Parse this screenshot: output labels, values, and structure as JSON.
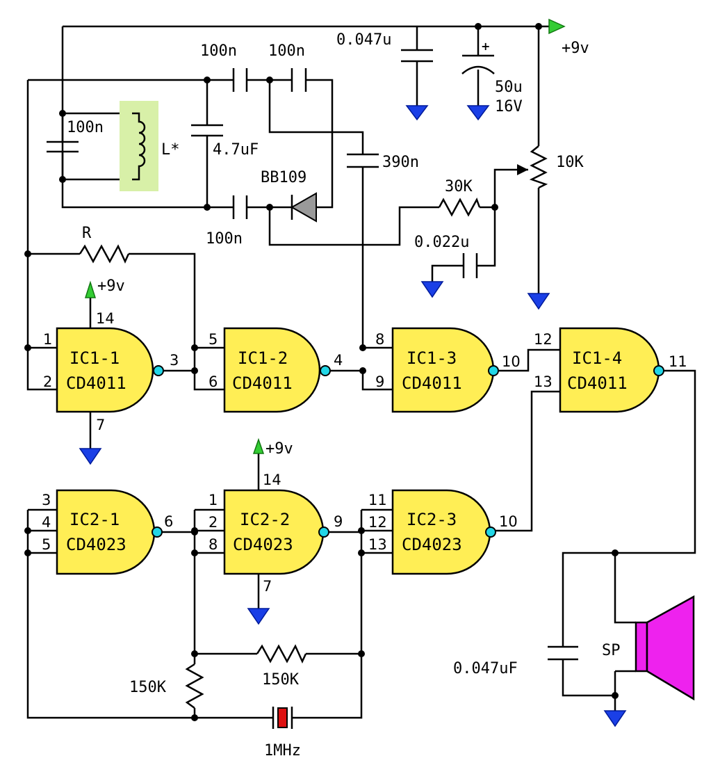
{
  "gates": {
    "ic1_1": {
      "name": "IC1-1",
      "part": "CD4011",
      "pins": [
        "1",
        "2",
        "3",
        "14",
        "7"
      ]
    },
    "ic1_2": {
      "name": "IC1-2",
      "part": "CD4011",
      "pins": [
        "5",
        "6",
        "4"
      ]
    },
    "ic1_3": {
      "name": "IC1-3",
      "part": "CD4011",
      "pins": [
        "8",
        "9",
        "10"
      ]
    },
    "ic1_4": {
      "name": "IC1-4",
      "part": "CD4011",
      "pins": [
        "12",
        "13",
        "11"
      ]
    },
    "ic2_1": {
      "name": "IC2-1",
      "part": "CD4023",
      "pins": [
        "3",
        "4",
        "5",
        "6"
      ]
    },
    "ic2_2": {
      "name": "IC2-2",
      "part": "CD4023",
      "pins": [
        "1",
        "2",
        "8",
        "9",
        "14",
        "7"
      ]
    },
    "ic2_3": {
      "name": "IC2-3",
      "part": "CD4023",
      "pins": [
        "11",
        "12",
        "13",
        "10"
      ]
    }
  },
  "components": {
    "c_top_left": "100n",
    "c_top_right": "100n",
    "c_tank": "100n",
    "inductor": "L*",
    "c_47": "4.7uF",
    "c_bottom": "100n",
    "varicap": "BB109",
    "c_390": "390n",
    "c_0047": "0.047u",
    "c_50u": "50u",
    "c_50u_v": "16V",
    "pot": "10K",
    "r_30k": "30K",
    "c_0022": "0.022u",
    "r_fb": "R",
    "r_150k_a": "150K",
    "r_150k_b": "150K",
    "crystal": "1MHz",
    "c_sp": "0.047uF",
    "speaker": "SP"
  },
  "supply": {
    "vcc_main": "+9v",
    "vcc_ic1": "+9v",
    "vcc_ic2": "+9v"
  },
  "colors": {
    "gate": "#ffee55",
    "bubble": "#22d6e6",
    "ground": "#1a3fe6",
    "vcc": "#33cc33",
    "speaker": "#ee22ee",
    "inductor_bg": "#d8f0a8",
    "crystal": "#dd1111"
  }
}
